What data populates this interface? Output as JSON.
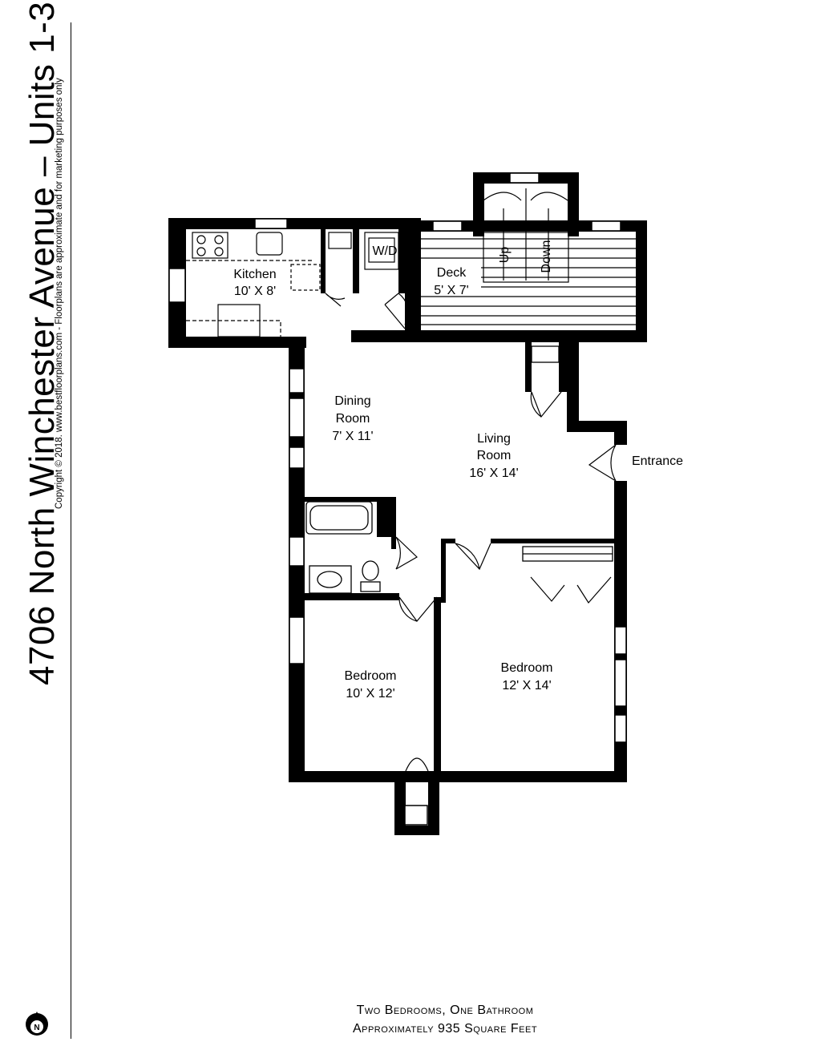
{
  "title": "4706 North Winchester Avenue – Units 1-3",
  "copyright": "Copyright © 2018. www.bestfloorplans.com - Floorplans are approximate and for marketing purposes only",
  "footer": {
    "line1": "Two Bedrooms, One Bathroom",
    "line2": "Approximately 935 Square Feet"
  },
  "compass_label": "N",
  "rooms": {
    "kitchen": {
      "name": "Kitchen",
      "size": "10' X 8'"
    },
    "washer_dryer": "W/D",
    "deck": {
      "name": "Deck",
      "size": "5' X 7'"
    },
    "stairs_up": "Up",
    "stairs_down": "Down",
    "dining": {
      "name1": "Dining",
      "name2": "Room",
      "size": "7' X 11'"
    },
    "living": {
      "name1": "Living",
      "name2": "Room",
      "size": "16' X 14'"
    },
    "entrance": "Entrance",
    "bedroom1": {
      "name": "Bedroom",
      "size": "10' X 12'"
    },
    "bedroom2": {
      "name": "Bedroom",
      "size": "12' X 14'"
    }
  }
}
